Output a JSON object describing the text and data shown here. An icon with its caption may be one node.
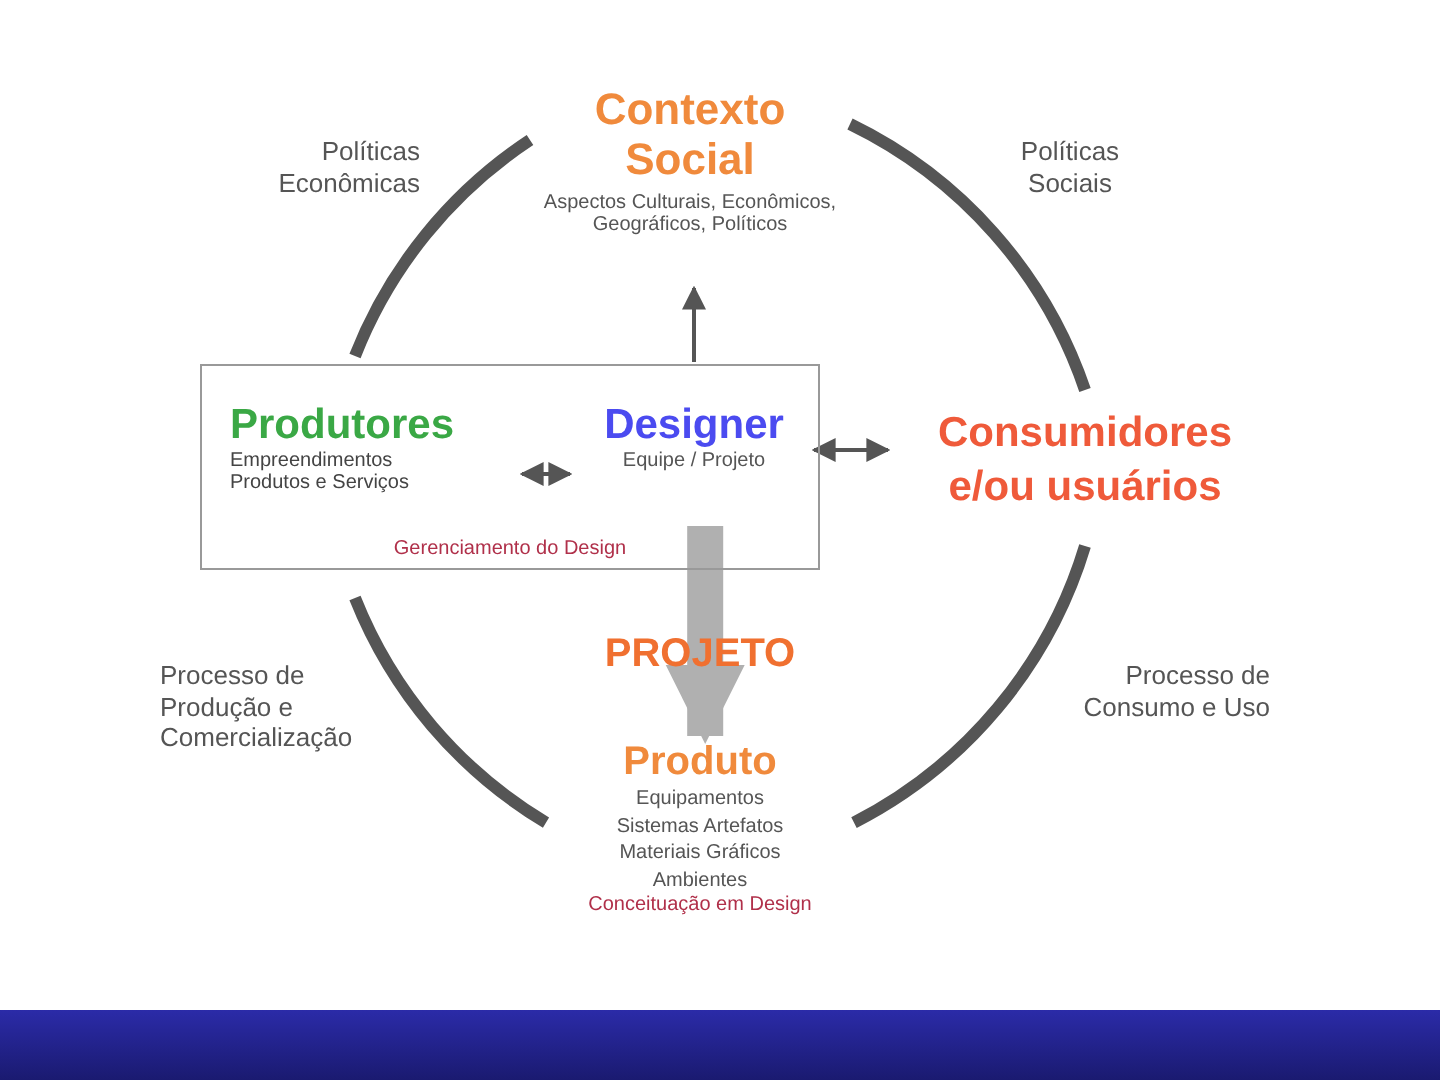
{
  "diagram": {
    "nodes": [
      {
        "text": [
          "Contexto Social",
          "Aspectos Culturais, Econômicos, Geográficos, Políticos"
        ]
      },
      {
        "text": [
          "Gerenciamento do Design"
        ]
      },
      {
        "text": [
          "Produtores",
          "Empreendimentos Produtos e Serviços"
        ],
        "in": 1
      },
      {
        "text": [
          "Designer",
          "Equipe / Projeto"
        ],
        "in": 1
      },
      {
        "text": [
          "Consumidores e/ou usuários"
        ]
      },
      {
        "text": [
          "Produto",
          "Equipamentos Sistemas Artefatos Materiais Gráficos Ambientes",
          "Conceituação em Design"
        ]
      }
    ],
    "edges": [
      {
        "from": 3,
        "to": 0,
        "arrow": "to"
      },
      {
        "from": 2,
        "to": 3,
        "arrow": "both"
      },
      {
        "from": 3,
        "to": 4,
        "arrow": "both"
      },
      {
        "from": 3,
        "to": 5,
        "arrow": "to",
        "label": "PROJETO",
        "style": "thick",
        "color": "#b0b0b0"
      },
      {
        "from": 0,
        "to": 1,
        "arrow": "none"
      },
      {
        "from": 0,
        "to": 4,
        "arrow": "none"
      },
      {
        "from": 1,
        "to": 5,
        "arrow": "none"
      },
      {
        "from": 4,
        "to": 5,
        "arrow": "none"
      }
    ],
    "labels": [
      "Políticas Econômicas",
      "Políticas Sociais",
      "Processo de Produção e Comercialização",
      "Processo de Consumo e Uso"
    ]
  }
}
